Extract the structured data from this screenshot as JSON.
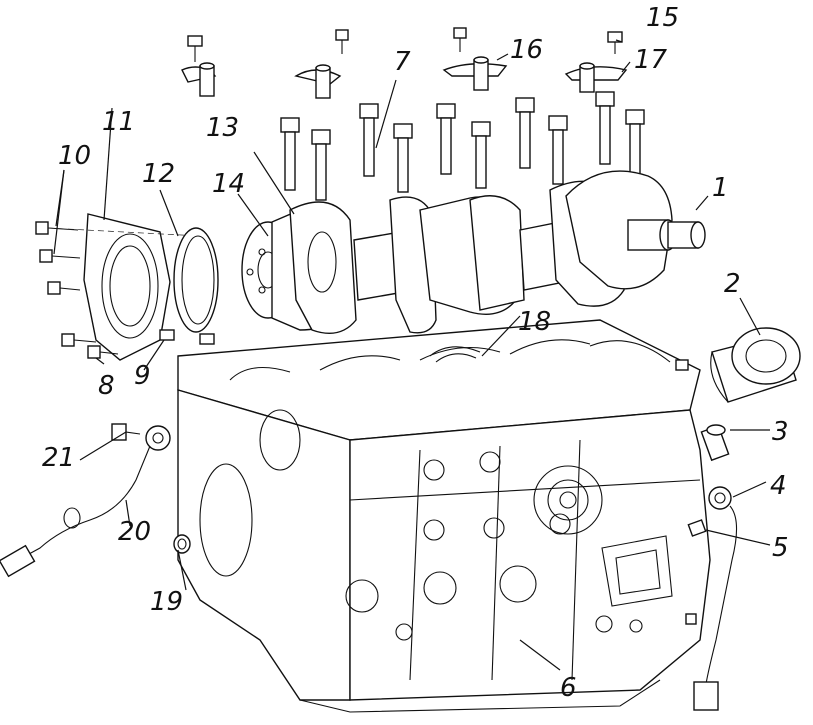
{
  "labels": [
    {
      "id": "1",
      "text": "1"
    },
    {
      "id": "2",
      "text": "2"
    },
    {
      "id": "3",
      "text": "3"
    },
    {
      "id": "4",
      "text": "4"
    },
    {
      "id": "5",
      "text": "5"
    },
    {
      "id": "6",
      "text": "6"
    },
    {
      "id": "7",
      "text": "7"
    },
    {
      "id": "8",
      "text": "8"
    },
    {
      "id": "9",
      "text": "9"
    },
    {
      "id": "10",
      "text": "10"
    },
    {
      "id": "11",
      "text": "11"
    },
    {
      "id": "12",
      "text": "12"
    },
    {
      "id": "13",
      "text": "13"
    },
    {
      "id": "14",
      "text": "14"
    },
    {
      "id": "15",
      "text": "15"
    },
    {
      "id": "16",
      "text": "16"
    },
    {
      "id": "17",
      "text": "17"
    },
    {
      "id": "18",
      "text": "18"
    },
    {
      "id": "19",
      "text": "19"
    },
    {
      "id": "20",
      "text": "20"
    },
    {
      "id": "21",
      "text": "21"
    }
  ],
  "colors": {
    "line": "#111111",
    "background": "#ffffff"
  }
}
